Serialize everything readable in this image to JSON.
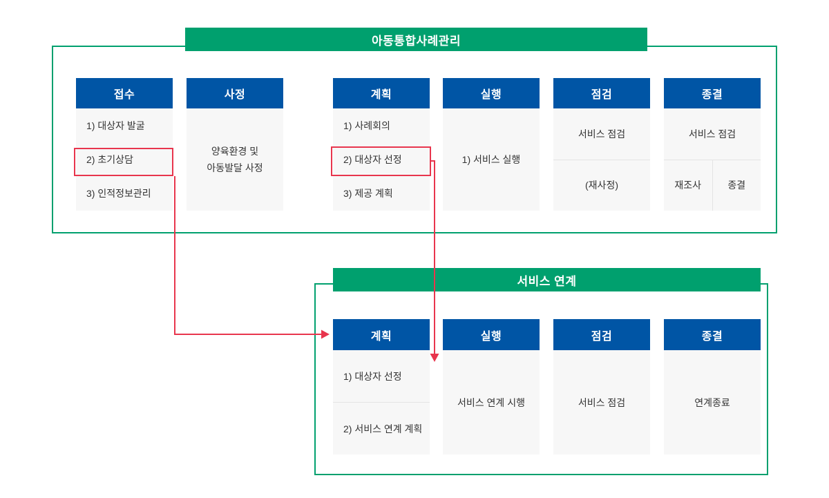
{
  "top_section": {
    "title": "아동통합사례관리",
    "columns": [
      {
        "header": "접수",
        "items": [
          "1) 대상자 발굴",
          "2) 초기상담",
          "3) 인적정보관리"
        ]
      },
      {
        "header": "사정",
        "items": [
          "양육환경 및",
          "아동발달 사정"
        ]
      },
      {
        "header": "계획",
        "items": [
          "1) 사례회의",
          "2) 대상자 선정",
          "3) 제공 계획"
        ]
      },
      {
        "header": "실행",
        "items": [
          "1) 서비스 실행"
        ]
      },
      {
        "header": "점검",
        "items": [
          "서비스 점검",
          "(재사정)"
        ]
      },
      {
        "header": "종결",
        "items": [
          "서비스 점검"
        ],
        "split": [
          "재조사",
          "종결"
        ]
      }
    ]
  },
  "bottom_section": {
    "title": "서비스 연계",
    "columns": [
      {
        "header": "계획",
        "items": [
          "1) 대상자 선정",
          "2) 서비스 연계 계획"
        ]
      },
      {
        "header": "실행",
        "items": [
          "서비스 연계 시행"
        ]
      },
      {
        "header": "점검",
        "items": [
          "서비스 점검"
        ]
      },
      {
        "header": "종결",
        "items": [
          "연계종료"
        ]
      }
    ]
  },
  "colors": {
    "green": "#00a06e",
    "blue": "#0055a5",
    "red": "#e8354d",
    "panel_bg": "#f7f7f7",
    "text": "#333333"
  }
}
